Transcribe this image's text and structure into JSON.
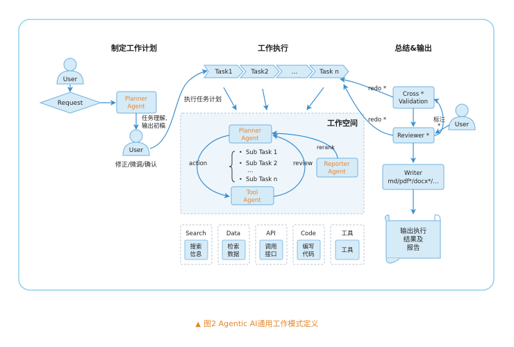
{
  "sections": {
    "plan": "制定工作计划",
    "execute": "工作执行",
    "summary": "总结&输出"
  },
  "left": {
    "user_top": "User",
    "request": "Request",
    "planner": [
      "Planner",
      "Agent"
    ],
    "task_understand": [
      "任务理解,",
      "输出初稿"
    ],
    "user_bottom": "User",
    "revise": "修正/微调/确认"
  },
  "tasks": [
    "Task1",
    "Task2",
    "…",
    "Task  n"
  ],
  "exec_plan": "执行任务计划",
  "workspace": {
    "title": "工作空间",
    "planner": [
      "Planner",
      "Agent"
    ],
    "tool": [
      "Tool",
      "Agent"
    ],
    "reporter": [
      "Reporter",
      "Agent"
    ],
    "subtasks": [
      "Sub Task 1",
      "Sub Task 2",
      "…",
      "Sub Task n"
    ],
    "action": "action",
    "review": "review",
    "rerank": "rerank"
  },
  "tools": [
    {
      "title": "Search",
      "body": [
        "搜索",
        "信息"
      ]
    },
    {
      "title": "Data",
      "body": [
        "检索",
        "数据"
      ]
    },
    {
      "title": "API",
      "body": [
        "调用",
        "接口"
      ]
    },
    {
      "title": "Code",
      "body": [
        "编写",
        "代码"
      ]
    },
    {
      "title": "工具",
      "body": [
        "工具"
      ]
    }
  ],
  "right": {
    "cross": [
      "Cross *",
      "Validation"
    ],
    "reviewer": "Reviewer *",
    "user": "User",
    "redo_top": "redo *",
    "redo_mid": "redo *",
    "label": "标注",
    "label_star": "*",
    "writer": [
      "Writer",
      "md/pdf*/docx*/…"
    ],
    "output": [
      "输出执行",
      "结果及",
      "报告"
    ]
  },
  "caption": {
    "marker": "▲",
    "text": "图2  Agentic AI通用工作模式定义"
  },
  "colors": {
    "border": "#8fd1ef",
    "box_fill": "#d6ebf8",
    "box_stroke": "#6fb0dc",
    "arrow": "#3a8fcf",
    "orange": "#e8862c",
    "workspace_fill": "#eef6fc"
  }
}
